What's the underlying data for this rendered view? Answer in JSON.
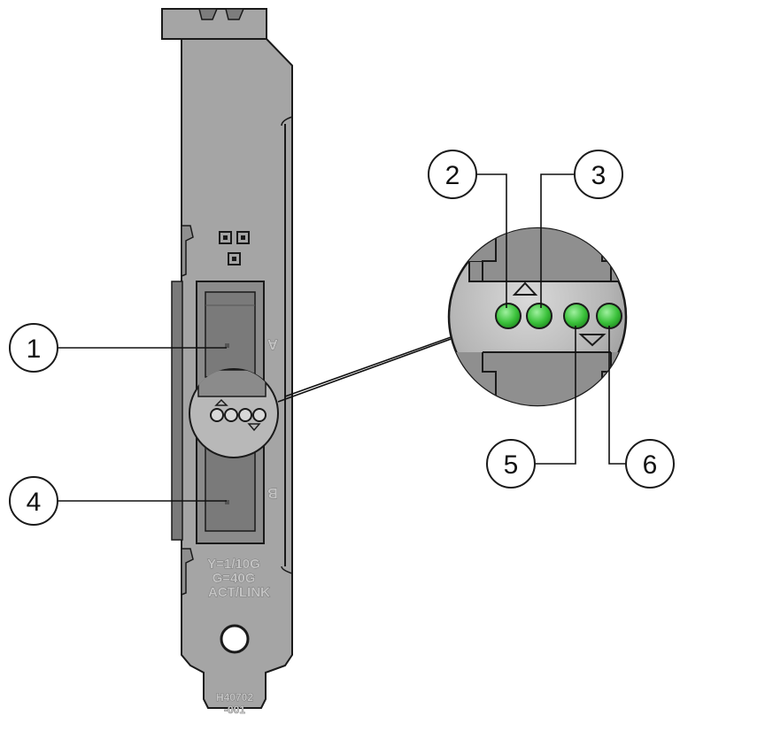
{
  "bracket": {
    "port_a_label": "A",
    "port_b_label": "B",
    "legend_line1": "Y=1/10G",
    "legend_line2": "G=40G",
    "legend_line3": "ACT/LINK",
    "part_line1": "H40702",
    "part_line2": "-001"
  },
  "callouts": [
    {
      "id": "1",
      "label": "1"
    },
    {
      "id": "2",
      "label": "2"
    },
    {
      "id": "3",
      "label": "3"
    },
    {
      "id": "4",
      "label": "4"
    },
    {
      "id": "5",
      "label": "5"
    },
    {
      "id": "6",
      "label": "6"
    }
  ],
  "colors": {
    "led_green": "#3cc23c",
    "metal": "#a5a5a5",
    "outline": "#1a1a1a"
  }
}
